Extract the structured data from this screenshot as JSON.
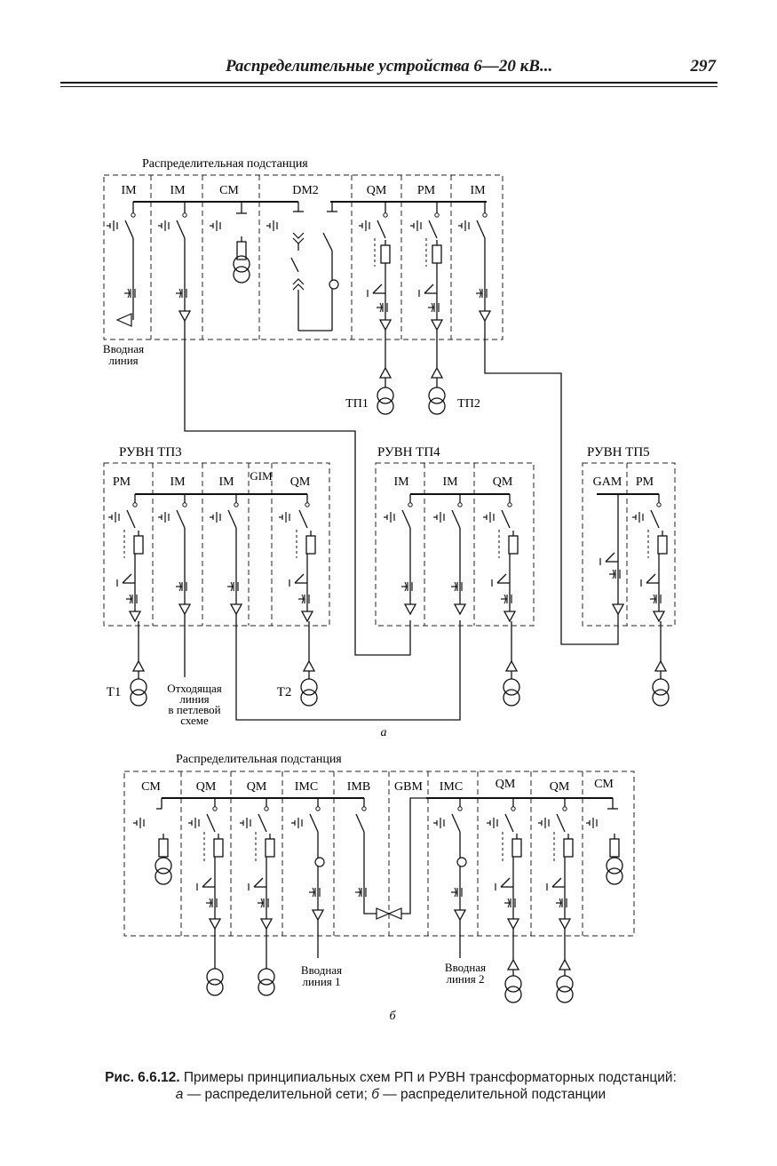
{
  "header": {
    "title": "Распределительные устройства 6—20 кВ...",
    "page": "297"
  },
  "diagram_a": {
    "top_title": "Распределительная подстанция",
    "top_cells": [
      "IM",
      "IM",
      "CM",
      "DM2",
      "QM",
      "PM",
      "IM"
    ],
    "input_line": [
      "Вводная",
      "линия"
    ],
    "tp1": "ТП1",
    "tp2": "ТП2",
    "ruvn3_title": "РУВН ТП3",
    "ruvn3_cells": [
      "PM",
      "IM",
      "IM",
      "QM"
    ],
    "ruvn3_gim": "GIM",
    "ruvn4_title": "РУВН ТП4",
    "ruvn4_cells": [
      "IM",
      "IM",
      "QM"
    ],
    "ruvn5_title": "РУВН ТП5",
    "ruvn5_cells": [
      "GAM",
      "PM"
    ],
    "t1": "T1",
    "t2": "T2",
    "outgoing_line": [
      "Отходящая",
      "линия",
      "в петлевой",
      "схеме"
    ],
    "label": "а"
  },
  "diagram_b": {
    "title": "Распределительная подстанция",
    "cells": [
      "CM",
      "QM",
      "QM",
      "IMC",
      "IMB",
      "GBM",
      "IMC",
      "QM",
      "QM",
      "CM"
    ],
    "input1": [
      "Вводная",
      "линия 1"
    ],
    "input2": [
      "Вводная",
      "линия 2"
    ],
    "label": "б"
  },
  "caption": {
    "fig": "Рис. 6.6.12.",
    "line1": " Примеры принципиальных схем РП и РУВН трансформаторных подстанций:",
    "a_mark": "а",
    "a_text": " — распределительной сети; ",
    "b_mark": "б",
    "b_text": " — распределительной подстанции"
  }
}
